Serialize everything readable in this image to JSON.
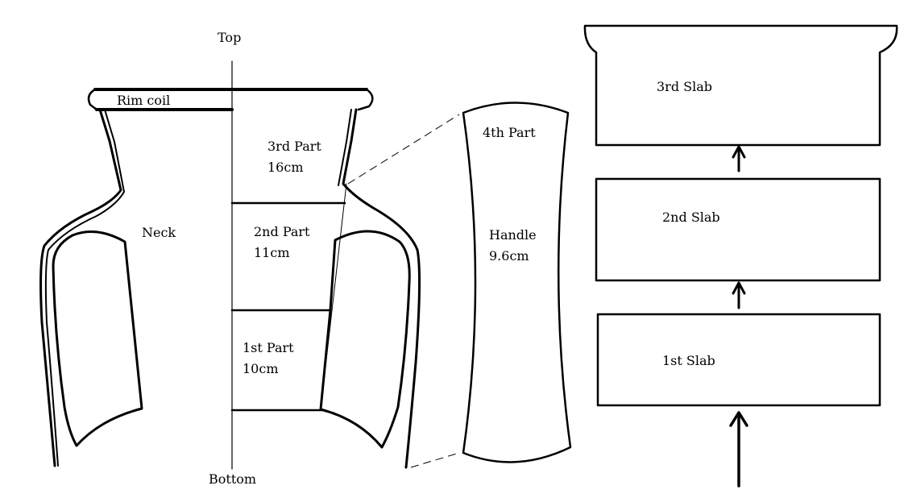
{
  "axis": {
    "top": "Top",
    "bottom": "Bottom"
  },
  "vase": {
    "rim": "Rim coil",
    "neck": "Neck",
    "parts": [
      {
        "name": "3rd Part",
        "size": "16cm"
      },
      {
        "name": "2nd Part",
        "size": "11cm"
      },
      {
        "name": "1st Part",
        "size": "10cm"
      }
    ]
  },
  "handle": {
    "part": "4th Part",
    "name": "Handle",
    "size": "9.6cm"
  },
  "slabs": [
    "3rd Slab",
    "2nd Slab",
    "1st Slab"
  ]
}
